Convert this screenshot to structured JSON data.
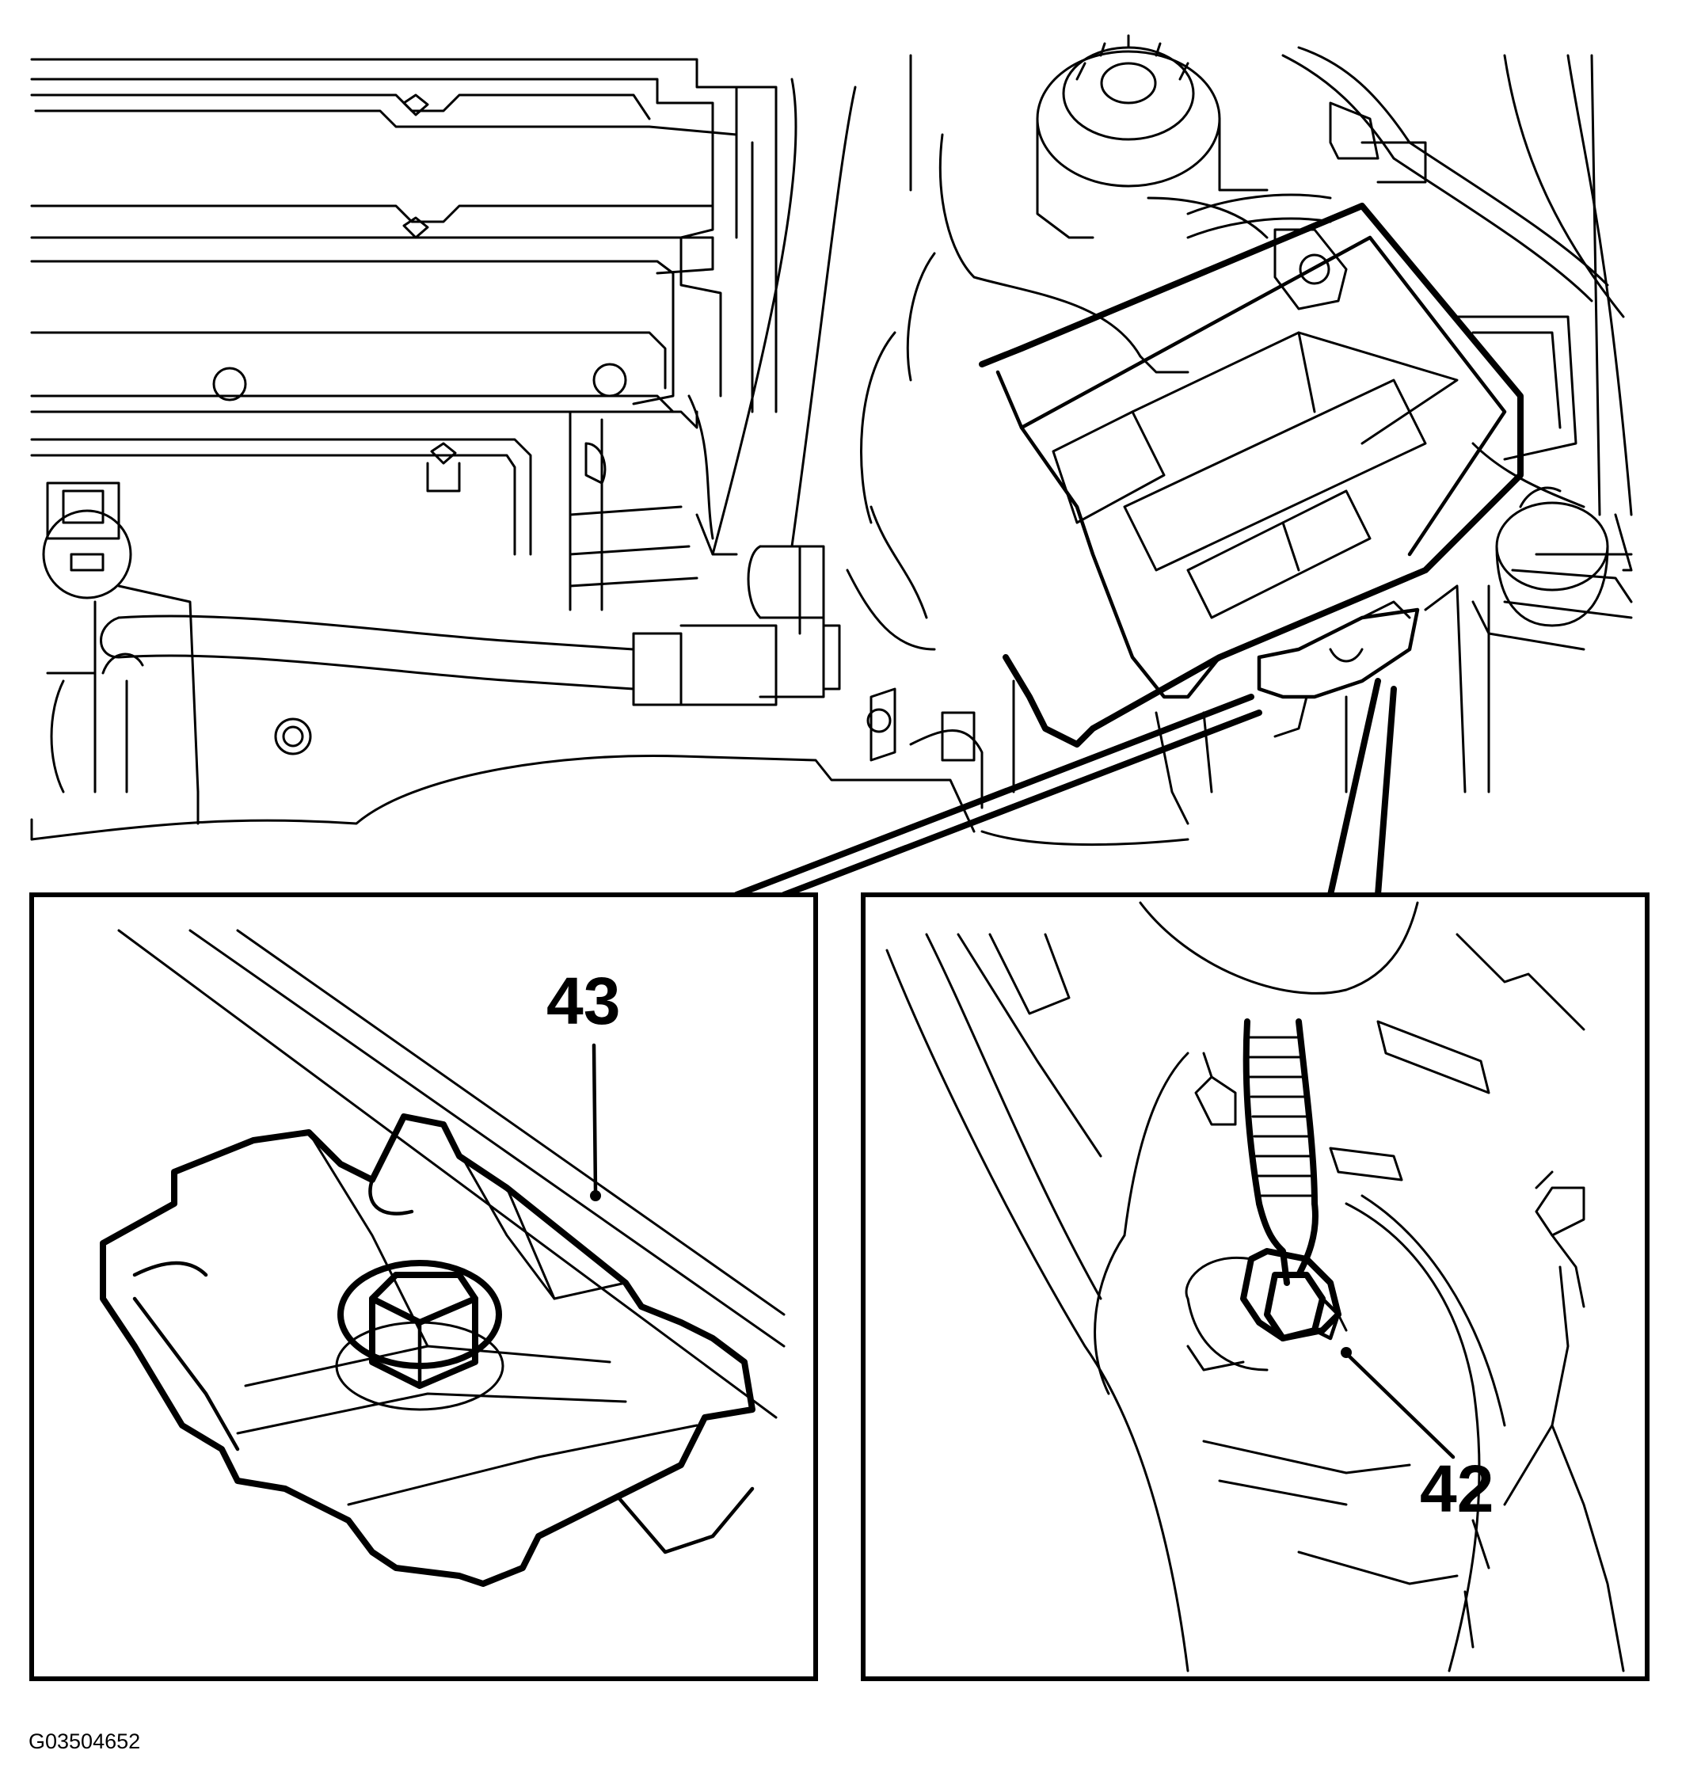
{
  "callouts": {
    "bracket_label": "43",
    "ground_label": "42"
  },
  "figure_id": "G03504652",
  "icons": [
    "engine-bay-overview",
    "battery-box",
    "battery-hold-down-bracket",
    "ground-cable-terminal"
  ]
}
